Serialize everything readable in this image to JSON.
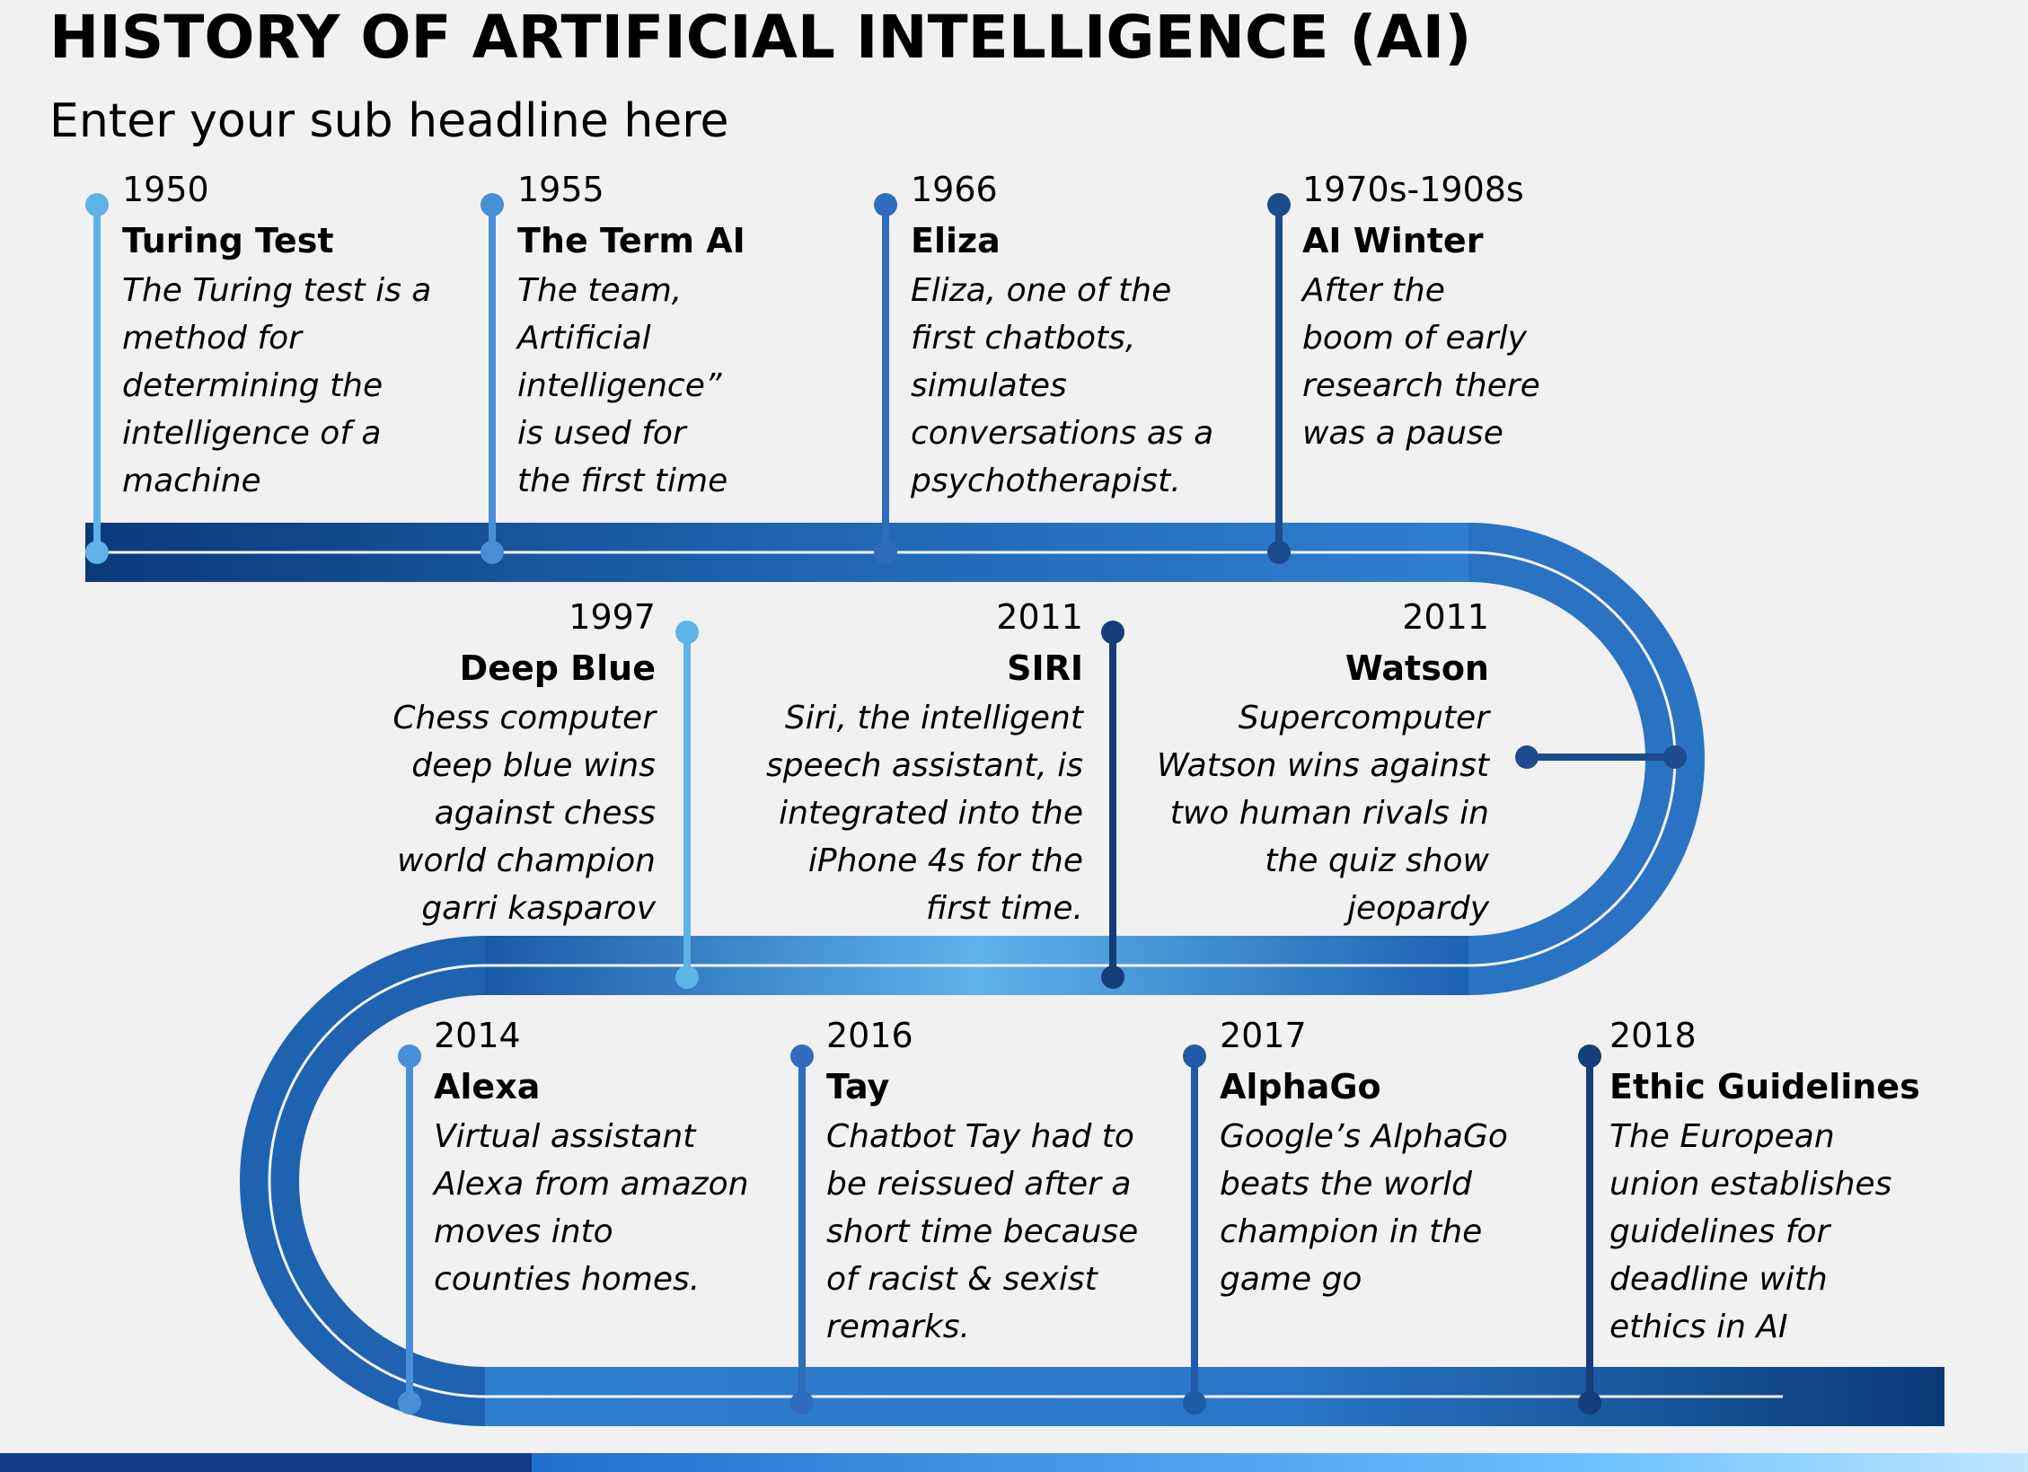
{
  "title": "HISTORY OF ARTIFICIAL INTELLIGENCE (AI)",
  "subtitle": "Enter your sub headline here",
  "colors": {
    "road_dark": "#0b3a78",
    "road_light": "#3f98dc",
    "stem_1": "#5eb3e8",
    "stem_2": "#4a8fd6",
    "stem_3": "#2f6cbb",
    "stem_4": "#1c4c8e"
  },
  "events": [
    {
      "year": "1950",
      "title": "Turing Test",
      "desc": [
        "The Turing test is a",
        "method for",
        "determining the",
        "intelligence of a",
        "machine"
      ]
    },
    {
      "year": "1955",
      "title": "The Term AI",
      "desc": [
        "The team,",
        "Artificial",
        "intelligence”",
        "is used for",
        "the first time"
      ]
    },
    {
      "year": "1966",
      "title": "Eliza",
      "desc": [
        "Eliza, one of the",
        "first chatbots,",
        "simulates",
        "conversations as a",
        "psychotherapist."
      ]
    },
    {
      "year": "1970s-1908s",
      "title": "AI Winter",
      "desc": [
        "After the",
        "boom of early",
        "research there",
        "was a pause"
      ]
    },
    {
      "year": "1997",
      "title": "Deep Blue",
      "desc": [
        "Chess computer",
        "deep blue wins",
        "against chess",
        "world champion",
        "garri kasparov"
      ]
    },
    {
      "year": "2011",
      "title": "SIRI",
      "desc": [
        "Siri, the intelligent",
        "speech assistant, is",
        "integrated into the",
        "iPhone 4s for the",
        "first time."
      ]
    },
    {
      "year": "2011",
      "title": "Watson",
      "desc": [
        "Supercomputer",
        "Watson wins against",
        "two human rivals in",
        "the quiz show",
        "jeopardy"
      ]
    },
    {
      "year": "2014",
      "title": "Alexa",
      "desc": [
        "Virtual assistant",
        "Alexa from amazon",
        "moves into",
        "counties homes."
      ]
    },
    {
      "year": "2016",
      "title": "Tay",
      "desc": [
        "Chatbot Tay had to",
        "be reissued after a",
        "short time because",
        "of racist & sexist",
        "remarks."
      ]
    },
    {
      "year": "2017",
      "title": "AlphaGo",
      "desc": [
        "Google’s AlphaGo",
        "beats the world",
        "champion in the",
        "game go"
      ]
    },
    {
      "year": "2018",
      "title": "Ethic Guidelines",
      "desc": [
        "The European",
        "union establishes",
        "guidelines for",
        "deadline with",
        "ethics in AI"
      ]
    }
  ]
}
